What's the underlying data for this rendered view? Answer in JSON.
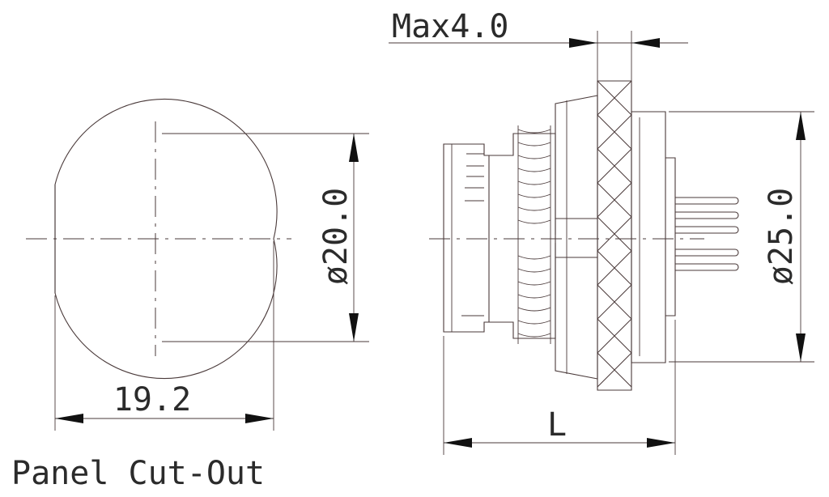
{
  "panel_cutout": {
    "caption": "Panel Cut-Out",
    "width_dim": "19.2",
    "diameter_dim": "ø20.0"
  },
  "side_view": {
    "max_thickness_dim": "Max4.0",
    "outer_diameter_dim": "ø25.0",
    "length_dim": "L"
  },
  "colors": {
    "line": "#4a3a3a",
    "arrow": "#111111",
    "text": "#2b2b2b",
    "background": "#ffffff"
  }
}
